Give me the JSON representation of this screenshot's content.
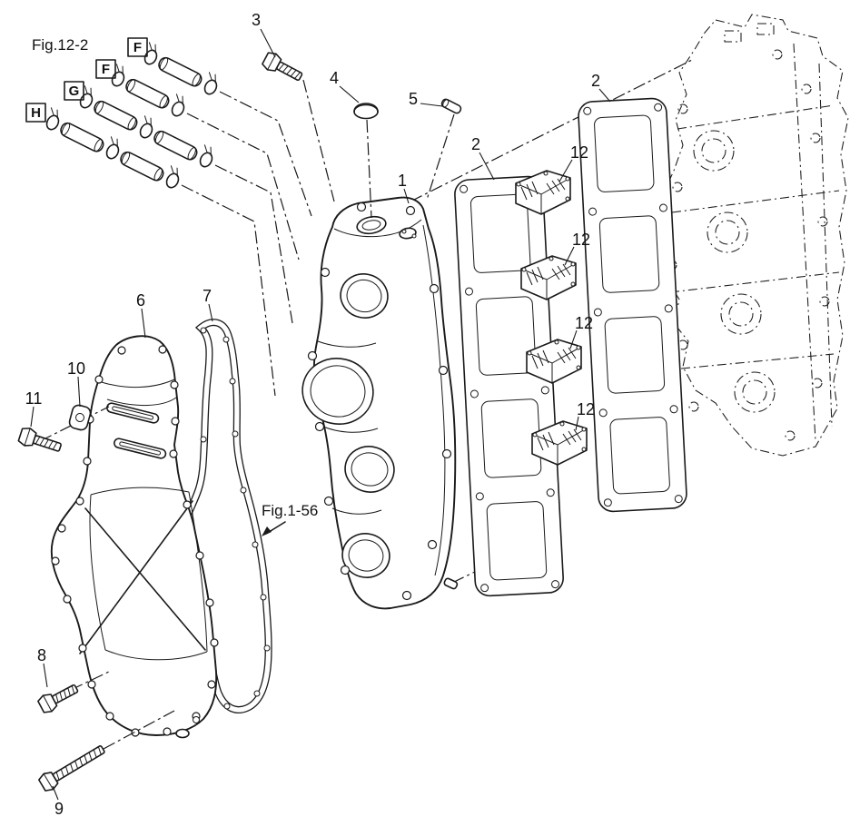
{
  "page": {
    "background": "#ffffff",
    "ink": "#1a1a1a"
  },
  "figure": {
    "title": "Fig.12-2",
    "cross_reference": "Fig.1-56",
    "cross_reference_arrow": "down-left"
  },
  "connector_labels": [
    {
      "label": "F"
    },
    {
      "label": "F"
    },
    {
      "label": "G"
    },
    {
      "label": "H"
    }
  ],
  "callouts": [
    {
      "part": "1"
    },
    {
      "part": "2"
    },
    {
      "part": "2"
    },
    {
      "part": "3"
    },
    {
      "part": "4"
    },
    {
      "part": "5"
    },
    {
      "part": "6"
    },
    {
      "part": "7"
    },
    {
      "part": "8"
    },
    {
      "part": "9"
    },
    {
      "part": "10"
    },
    {
      "part": "11"
    },
    {
      "part": "12"
    },
    {
      "part": "12"
    },
    {
      "part": "12"
    },
    {
      "part": "12"
    }
  ]
}
